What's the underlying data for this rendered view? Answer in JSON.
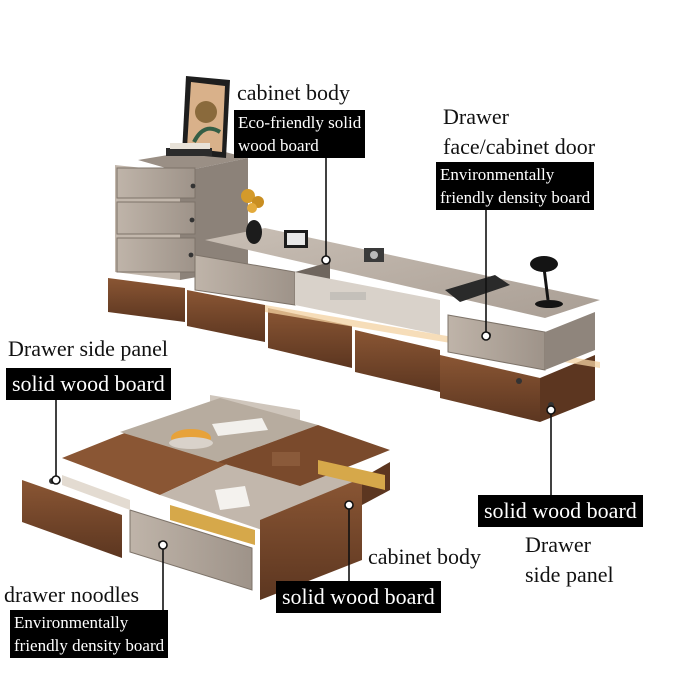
{
  "labels": {
    "cabinet_body_top": "cabinet body",
    "eco_line1": "Eco-friendly solid",
    "eco_line2": "wood board",
    "drawer_face_line1": "Drawer",
    "drawer_face_line2": "face/cabinet door",
    "env_density_line1": "Environmentally",
    "env_density_line2": "friendly density board",
    "drawer_side_panel_left": "Drawer side panel",
    "solid_wood_left": "solid wood board",
    "solid_wood_right": "solid wood board",
    "drawer_side_right_line1": "Drawer",
    "drawer_side_right_line2": "side panel",
    "cabinet_body_bottom": "cabinet body",
    "solid_wood_bottom": "solid wood board",
    "drawer_noodles": "drawer noodles",
    "env_bottom_line1": "Environmentally",
    "env_bottom_line2": "friendly density board"
  },
  "colors": {
    "walnut": "#7a4a2c",
    "walnut_dark": "#5c3620",
    "taupe": "#b2a79d",
    "taupe_dark": "#8f857c",
    "cream": "#cfc6bc",
    "glow": "#f3d2a1"
  }
}
